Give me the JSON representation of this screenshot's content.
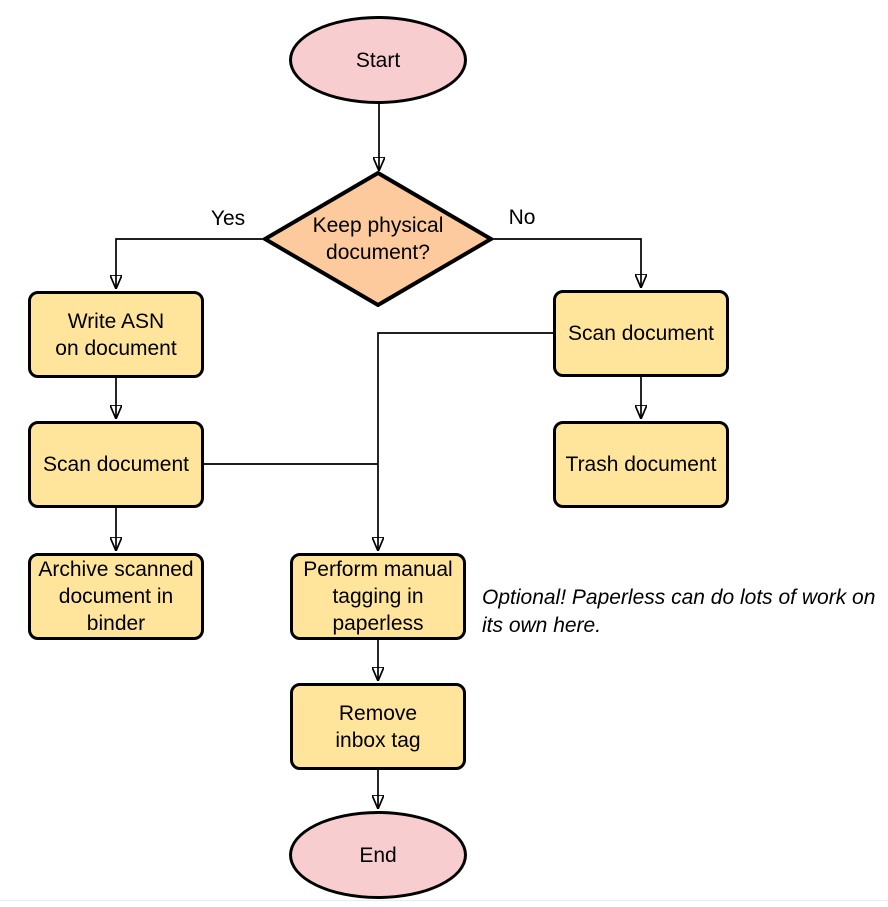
{
  "diagram": {
    "type": "flowchart",
    "colors": {
      "terminal_fill": "#f8cdd0",
      "decision_fill": "#fdca9e",
      "process_fill": "#ffe49c",
      "stroke": "#000000",
      "bottom_rule": "#e7edf4"
    },
    "nodes": {
      "start": {
        "type": "terminator",
        "label": "Start"
      },
      "decision_keep_physical": {
        "type": "decision",
        "label": "Keep physical\ndocument?"
      },
      "write_asn": {
        "type": "process",
        "label": "Write ASN\non document"
      },
      "scan_document_left": {
        "type": "process",
        "label": "Scan document"
      },
      "archive_scanned": {
        "type": "process",
        "label": "Archive scanned\ndocument in\nbinder"
      },
      "scan_document_right": {
        "type": "process",
        "label": "Scan document"
      },
      "trash_document": {
        "type": "process",
        "label": "Trash document"
      },
      "manual_tagging": {
        "type": "process",
        "label": "Perform manual\ntagging in\npaperless"
      },
      "remove_inbox_tag": {
        "type": "process",
        "label": "Remove\ninbox tag"
      },
      "end": {
        "type": "terminator",
        "label": "End"
      }
    },
    "edge_labels": {
      "yes": "Yes",
      "no": "No"
    },
    "edges_semantic": [
      "Start -> Keep physical document?",
      "Keep physical document? -Yes-> Write ASN on document",
      "Keep physical document? -No-> Scan document (right)",
      "Write ASN on document -> Scan document (left)",
      "Scan document (left) -> Archive scanned document in binder",
      "Scan document (left) -> Perform manual tagging in paperless",
      "Scan document (right) -> Trash document",
      "Scan document (right) -> Perform manual tagging in paperless",
      "Perform manual tagging in paperless -> Remove inbox tag",
      "Remove inbox tag -> End"
    ],
    "annotation": {
      "text": "Optional! Paperless can do lots of work on\nits own here."
    }
  }
}
